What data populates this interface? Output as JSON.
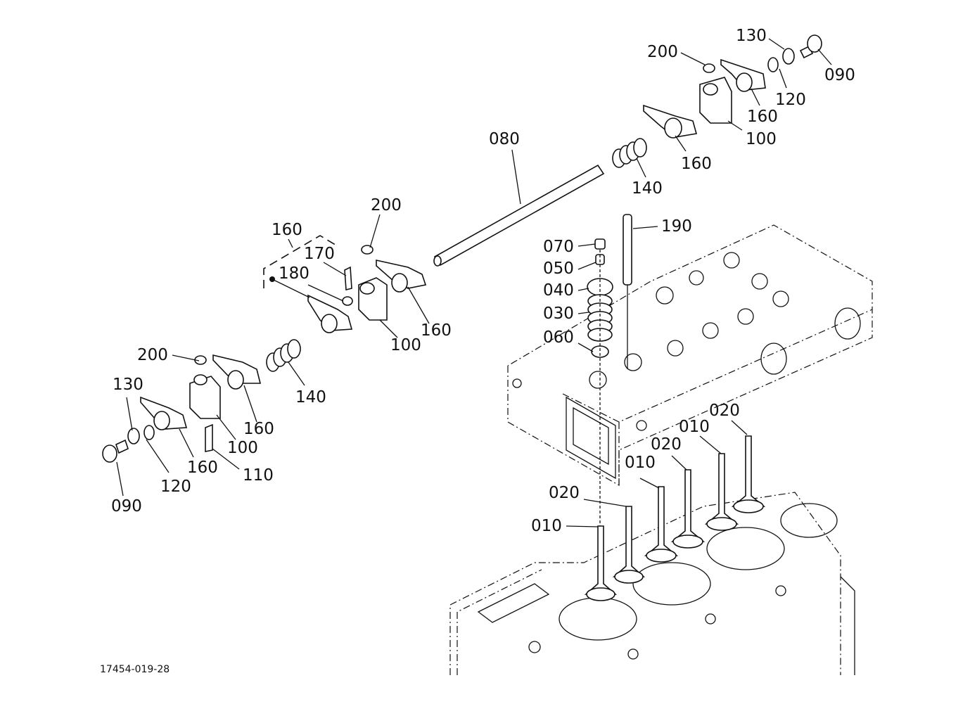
{
  "diagram": {
    "title": "Rocker arm assembly and valves (exploded view)",
    "drawing_code": "17454-019-28",
    "ink_color": "#111111",
    "background": "#ffffff"
  },
  "callouts": [
    {
      "id": "c130-right",
      "part": "130",
      "label": "130"
    },
    {
      "id": "c200-right",
      "part": "200",
      "label": "200"
    },
    {
      "id": "c090-right",
      "part": "090",
      "label": "090"
    },
    {
      "id": "c120-right",
      "part": "120",
      "label": "120"
    },
    {
      "id": "c160-right-a",
      "part": "160",
      "label": "160"
    },
    {
      "id": "c100-right",
      "part": "100",
      "label": "100"
    },
    {
      "id": "c080",
      "part": "080",
      "label": "080"
    },
    {
      "id": "c160-right-b",
      "part": "160",
      "label": "160"
    },
    {
      "id": "c140-right",
      "part": "140",
      "label": "140"
    },
    {
      "id": "c190",
      "part": "190",
      "label": "190"
    },
    {
      "id": "c200-mid",
      "part": "200",
      "label": "200"
    },
    {
      "id": "c160-group",
      "part": "160",
      "label": "160"
    },
    {
      "id": "c170",
      "part": "170",
      "label": "170"
    },
    {
      "id": "c180",
      "part": "180",
      "label": "180"
    },
    {
      "id": "c070",
      "part": "070",
      "label": "070"
    },
    {
      "id": "c050",
      "part": "050",
      "label": "050"
    },
    {
      "id": "c040",
      "part": "040",
      "label": "040"
    },
    {
      "id": "c030",
      "part": "030",
      "label": "030"
    },
    {
      "id": "c160-mid",
      "part": "160",
      "label": "160"
    },
    {
      "id": "c100-mid",
      "part": "100",
      "label": "100"
    },
    {
      "id": "c060",
      "part": "060",
      "label": "060"
    },
    {
      "id": "c200-left",
      "part": "200",
      "label": "200"
    },
    {
      "id": "c140-left",
      "part": "140",
      "label": "140"
    },
    {
      "id": "c130-left",
      "part": "130",
      "label": "130"
    },
    {
      "id": "c160-left-a",
      "part": "160",
      "label": "160"
    },
    {
      "id": "c100-left",
      "part": "100",
      "label": "100"
    },
    {
      "id": "c160-left-b",
      "part": "160",
      "label": "160"
    },
    {
      "id": "c110",
      "part": "110",
      "label": "110"
    },
    {
      "id": "c120-left",
      "part": "120",
      "label": "120"
    },
    {
      "id": "c090-left",
      "part": "090",
      "label": "090"
    },
    {
      "id": "c020-a",
      "part": "020",
      "label": "020"
    },
    {
      "id": "c010-a",
      "part": "010",
      "label": "010"
    },
    {
      "id": "c020-b",
      "part": "020",
      "label": "020"
    },
    {
      "id": "c010-b",
      "part": "010",
      "label": "010"
    },
    {
      "id": "c020-c",
      "part": "020",
      "label": "020"
    },
    {
      "id": "c010-c",
      "part": "010",
      "label": "010"
    }
  ],
  "parts_list": [
    "010",
    "020",
    "030",
    "040",
    "050",
    "060",
    "070",
    "080",
    "090",
    "100",
    "110",
    "120",
    "130",
    "140",
    "160",
    "170",
    "180",
    "190",
    "200"
  ]
}
